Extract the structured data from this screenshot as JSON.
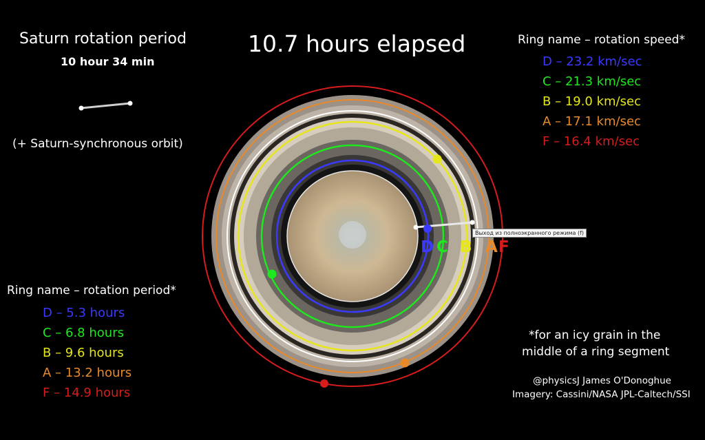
{
  "rotation": {
    "title": "Saturn rotation period",
    "value": "10 hour 34 min",
    "note": "(+ Saturn-synchronous orbit)"
  },
  "elapsed": "10.7 hours elapsed",
  "speeds": {
    "title": "Ring name – rotation speed*",
    "items": [
      {
        "text": "D – 23.2 km/sec",
        "color": "#3a3aff"
      },
      {
        "text": "C – 21.3 km/sec",
        "color": "#1ee81e"
      },
      {
        "text": "B – 19.0 km/sec",
        "color": "#e6e61a"
      },
      {
        "text": "A – 17.1 km/sec",
        "color": "#e88a2a"
      },
      {
        "text": "F – 16.4 km/sec",
        "color": "#d61c1c"
      }
    ]
  },
  "periods": {
    "title": "Ring name – rotation period*",
    "items": [
      {
        "text": "D – 5.3 hours",
        "color": "#3a3aff"
      },
      {
        "text": "C – 6.8 hours",
        "color": "#1ee81e"
      },
      {
        "text": "B – 9.6 hours",
        "color": "#e6e61a"
      },
      {
        "text": "A – 13.2 hours",
        "color": "#e88a2a"
      },
      {
        "text": "F – 14.9 hours",
        "color": "#d61c1c"
      }
    ]
  },
  "footnote": {
    "line1": "*for an icy grain in the",
    "line2": "middle of a ring segment"
  },
  "credits": {
    "line1": "@physicsJ  James O'Donoghue",
    "line2": "Imagery: Cassini/NASA JPL-Caltech/SSI"
  },
  "ring_labels": [
    "D",
    "C",
    "B",
    "A",
    "F"
  ],
  "tooltip": "Выход из полноэкранного режима (f)"
}
